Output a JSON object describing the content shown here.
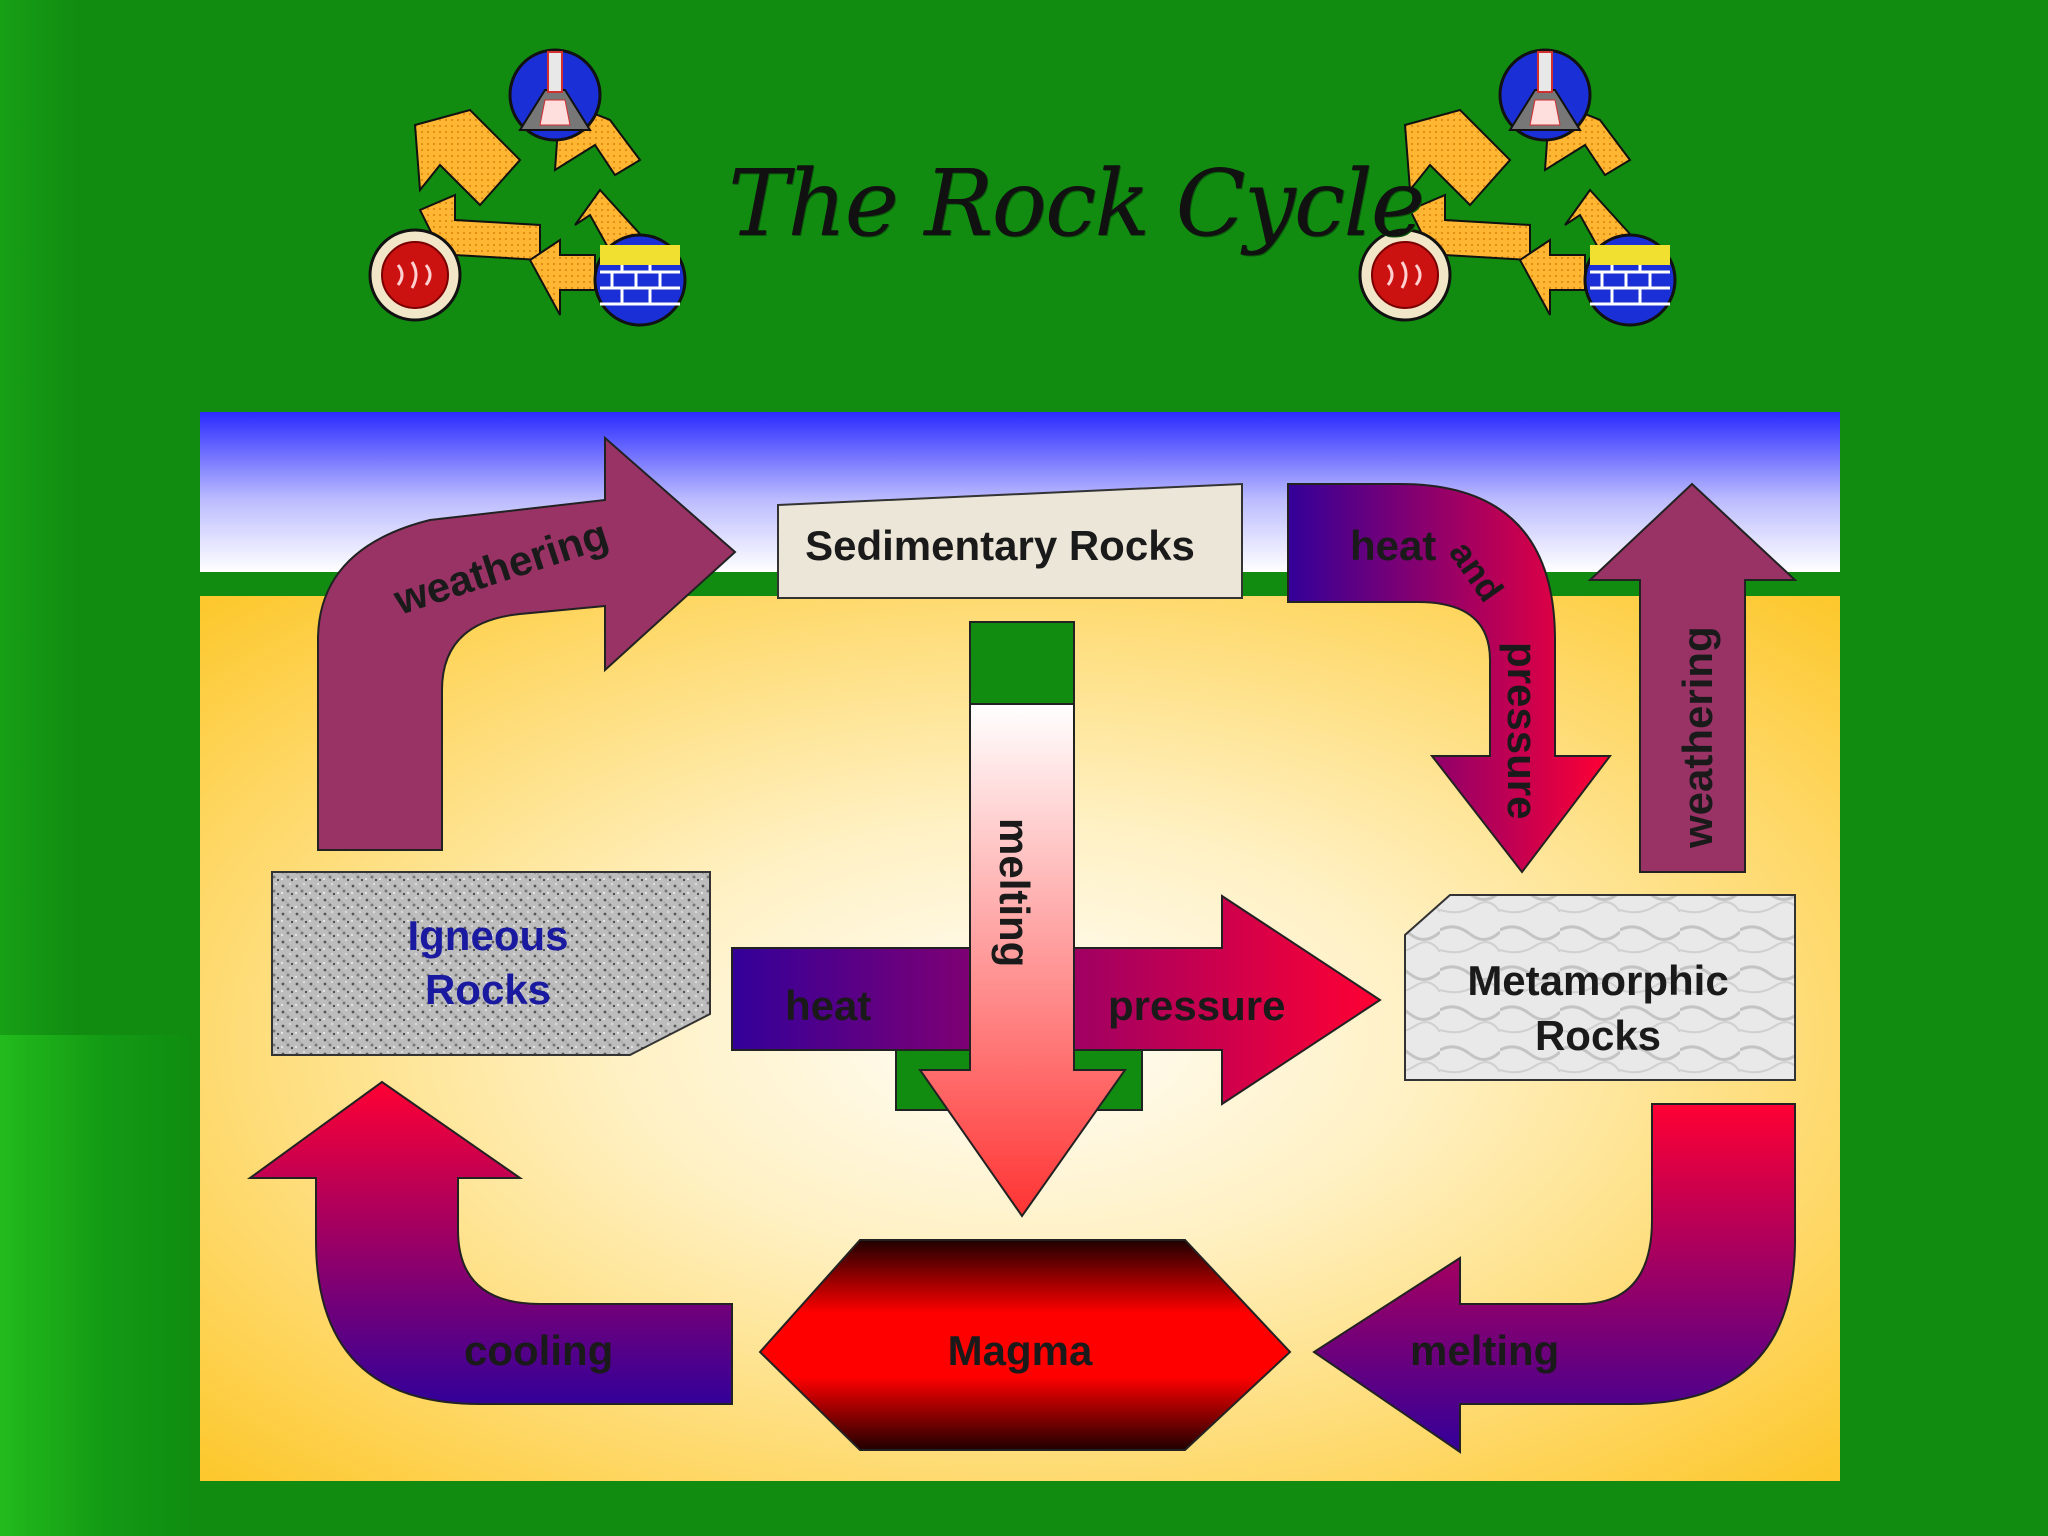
{
  "title": "The Rock Cycle",
  "colors": {
    "background": "#118c11",
    "sky_top": "#2b2bff",
    "ground": "#fdc82d",
    "weathering_arrow": "#993366",
    "heat_arrow_start": "#330099",
    "heat_arrow_end": "#ff0033",
    "label_text": "#1a1a1a",
    "igneous_text": "#1a1aa0"
  },
  "nodes": {
    "sedimentary": "Sedimentary Rocks",
    "igneous_line1": "Igneous",
    "igneous_line2": "Rocks",
    "metamorphic_line1": "Metamorphic",
    "metamorphic_line2": "Rocks",
    "magma": "Magma"
  },
  "processes": {
    "weathering_top": "weathering",
    "weathering_right": "weathering",
    "heat_top": "heat",
    "and_top": "and",
    "pressure_top": "pressure",
    "melting_center": "melting",
    "heat_center": "heat",
    "pressure_center": "pressure",
    "cooling": "cooling",
    "melting_bottom": "melting"
  },
  "icons": [
    "recycle-icon",
    "volcano-icon",
    "igneous-rock-icon",
    "sediment-layers-icon"
  ]
}
